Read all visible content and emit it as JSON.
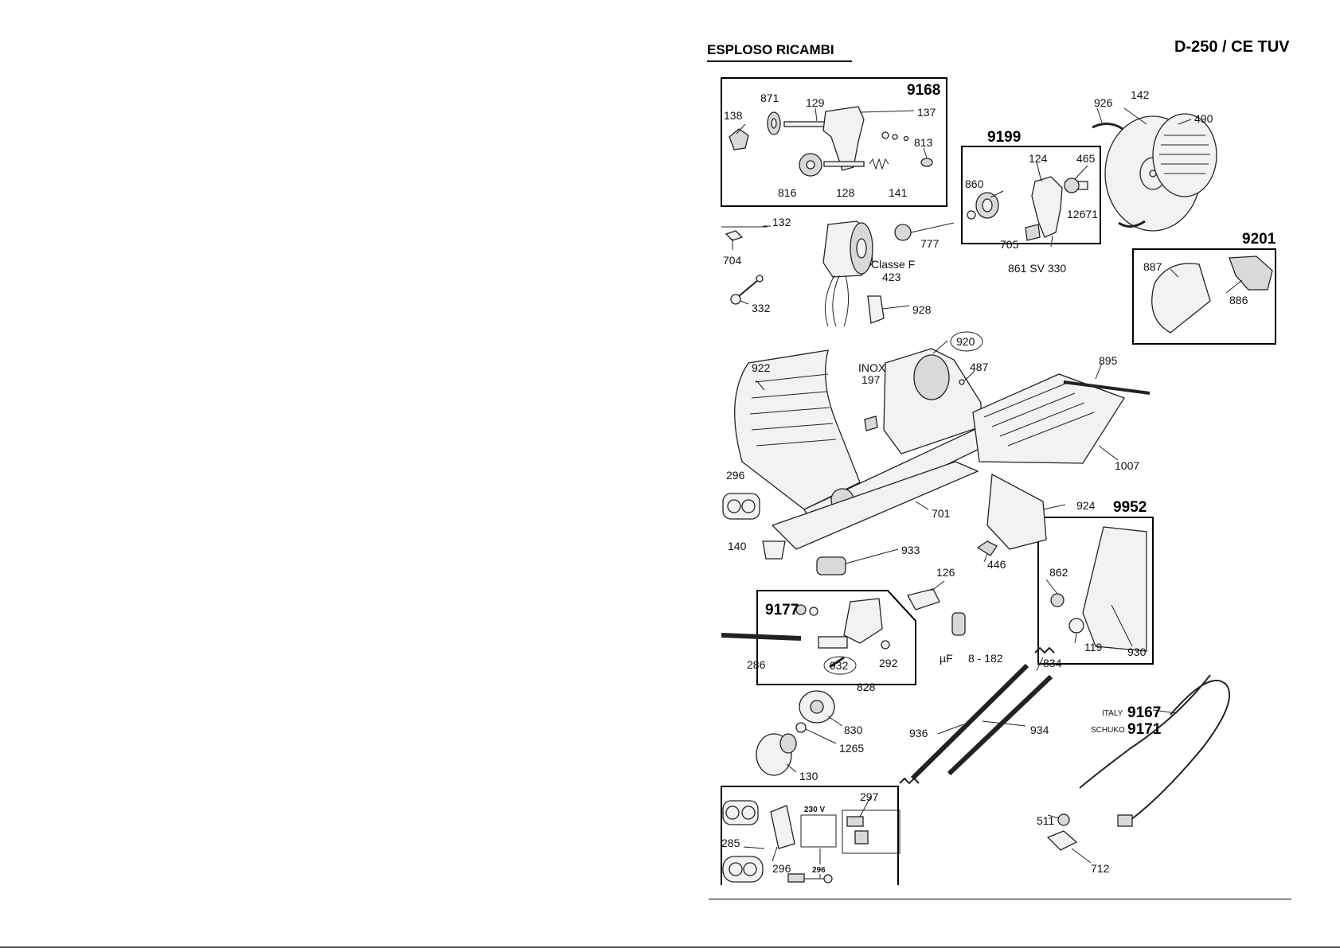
{
  "header": {
    "title": "ESPLOSO RICAMBI",
    "model": "D-250 / CE TUV"
  },
  "groups": {
    "g9168": "9168",
    "g9199": "9199",
    "g9201": "9201",
    "g9952": "9952",
    "g9177": "9177",
    "italy_code": "9167",
    "schuko_code": "9171"
  },
  "cord_labels": {
    "italy": "ITALY",
    "schuko": "SCHUKO"
  },
  "motor_note": {
    "line1": "Classe F",
    "line2": "423"
  },
  "blade_note": "861 SV 330",
  "inox_note": {
    "line1": "INOX",
    "line2": "197"
  },
  "capacitor_note": {
    "unit": "µF",
    "value": "8 - 182"
  },
  "wiring": {
    "voltage": "230 V",
    "switch_code": "296"
  },
  "parts": {
    "p871": "871",
    "p129": "129",
    "p137": "137",
    "p138": "138",
    "p813": "813",
    "p816": "816",
    "p128": "128",
    "p141": "141",
    "p926": "926",
    "p142": "142",
    "p490": "490",
    "p124": "124",
    "p465": "465",
    "p860": "860",
    "p12671": "12671",
    "p705": "705",
    "p132": "132",
    "p704": "704",
    "p777": "777",
    "p332": "332",
    "p928": "928",
    "p887": "887",
    "p886": "886",
    "p920": "920",
    "p922": "922",
    "p487": "487",
    "p895": "895",
    "p1007": "1007",
    "p296a": "296",
    "p701": "701",
    "p924": "924",
    "p140": "140",
    "p933": "933",
    "p446": "446",
    "p862": "862",
    "p126": "126",
    "p119": "119",
    "p930": "930",
    "p286": "286",
    "p932": "932",
    "p292": "292",
    "p828": "828",
    "p834": "834",
    "p830": "830",
    "p1265": "1265",
    "p130": "130",
    "p936": "936",
    "p934": "934",
    "p297": "297",
    "p285": "285",
    "p296b": "296",
    "p511": "511",
    "p712": "712"
  }
}
